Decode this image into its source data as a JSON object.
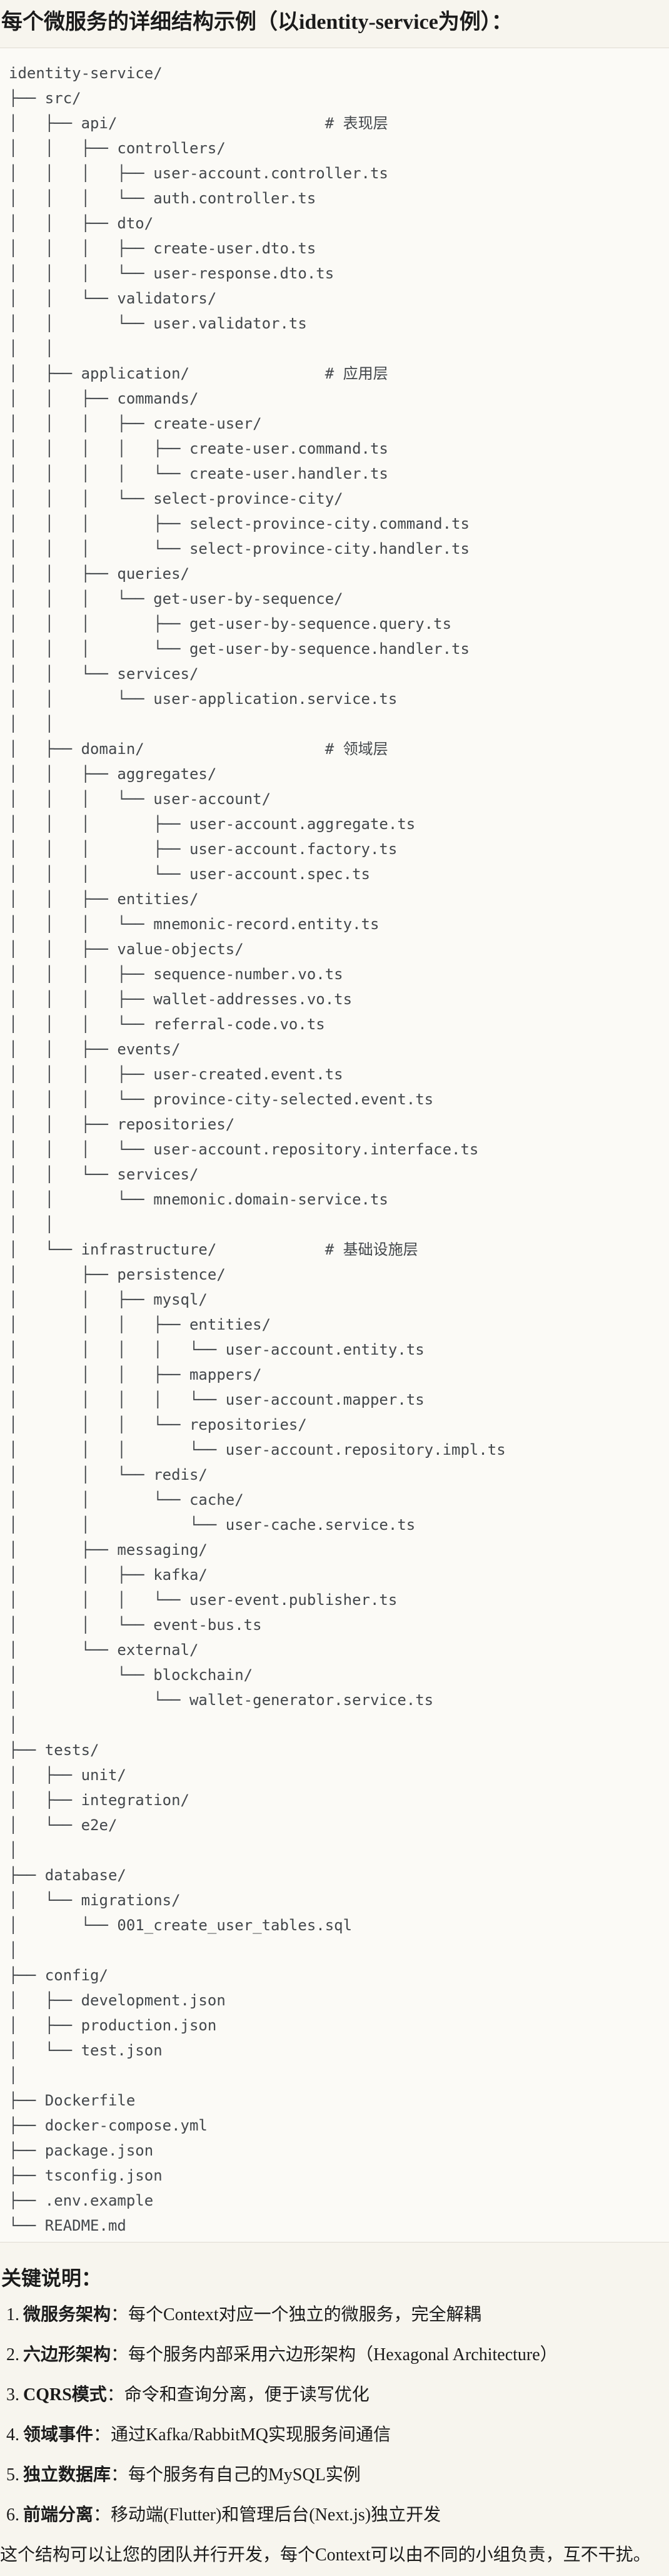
{
  "title": "每个微服务的详细结构示例（以identity-service为例）：",
  "code_block": {
    "text": "identity-service/\n├── src/\n│   ├── api/                       # 表现层\n│   │   ├── controllers/\n│   │   │   ├── user-account.controller.ts\n│   │   │   └── auth.controller.ts\n│   │   ├── dto/\n│   │   │   ├── create-user.dto.ts\n│   │   │   └── user-response.dto.ts\n│   │   └── validators/\n│   │       └── user.validator.ts\n│   │\n│   ├── application/               # 应用层\n│   │   ├── commands/\n│   │   │   ├── create-user/\n│   │   │   │   ├── create-user.command.ts\n│   │   │   │   └── create-user.handler.ts\n│   │   │   └── select-province-city/\n│   │   │       ├── select-province-city.command.ts\n│   │   │       └── select-province-city.handler.ts\n│   │   ├── queries/\n│   │   │   └── get-user-by-sequence/\n│   │   │       ├── get-user-by-sequence.query.ts\n│   │   │       └── get-user-by-sequence.handler.ts\n│   │   └── services/\n│   │       └── user-application.service.ts\n│   │\n│   ├── domain/                    # 领域层\n│   │   ├── aggregates/\n│   │   │   └── user-account/\n│   │   │       ├── user-account.aggregate.ts\n│   │   │       ├── user-account.factory.ts\n│   │   │       └── user-account.spec.ts\n│   │   ├── entities/\n│   │   │   └── mnemonic-record.entity.ts\n│   │   ├── value-objects/\n│   │   │   ├── sequence-number.vo.ts\n│   │   │   ├── wallet-addresses.vo.ts\n│   │   │   └── referral-code.vo.ts\n│   │   ├── events/\n│   │   │   ├── user-created.event.ts\n│   │   │   └── province-city-selected.event.ts\n│   │   ├── repositories/\n│   │   │   └── user-account.repository.interface.ts\n│   │   └── services/\n│   │       └── mnemonic.domain-service.ts\n│   │\n│   └── infrastructure/            # 基础设施层\n│       ├── persistence/\n│       │   ├── mysql/\n│       │   │   ├── entities/\n│       │   │   │   └── user-account.entity.ts\n│       │   │   ├── mappers/\n│       │   │   │   └── user-account.mapper.ts\n│       │   │   └── repositories/\n│       │   │       └── user-account.repository.impl.ts\n│       │   └── redis/\n│       │       └── cache/\n│       │           └── user-cache.service.ts\n│       ├── messaging/\n│       │   ├── kafka/\n│       │   │   └── user-event.publisher.ts\n│       │   └── event-bus.ts\n│       └── external/\n│           └── blockchain/\n│               └── wallet-generator.service.ts\n│\n├── tests/\n│   ├── unit/\n│   ├── integration/\n│   └── e2e/\n│\n├── database/\n│   └── migrations/\n│       └── 001_create_user_tables.sql\n│\n├── config/\n│   ├── development.json\n│   ├── production.json\n│   └── test.json\n│\n├── Dockerfile\n├── docker-compose.yml\n├── package.json\n├── tsconfig.json\n├── .env.example\n└── README.md"
  },
  "notes": {
    "heading": "关键说明：",
    "items": [
      {
        "num": "1.",
        "term": "微服务架构",
        "desc": "：每个Context对应一个独立的微服务，完全解耦"
      },
      {
        "num": "2.",
        "term": "六边形架构",
        "desc": "：每个服务内部采用六边形架构（Hexagonal Architecture）"
      },
      {
        "num": "3.",
        "term": "CQRS模式",
        "desc": "：命令和查询分离，便于读写优化"
      },
      {
        "num": "4.",
        "term": "领域事件",
        "desc": "：通过Kafka/RabbitMQ实现服务间通信"
      },
      {
        "num": "5.",
        "term": "独立数据库",
        "desc": "：每个服务有自己的MySQL实例"
      },
      {
        "num": "6.",
        "term": "前端分离",
        "desc": "：移动端(Flutter)和管理后台(Next.js)独立开发"
      }
    ],
    "footer": "这个结构可以让您的团队并行开发，每个Context可以由不同的小组负责，互不干扰。"
  },
  "colors": {
    "page_bg": "#f7f5ee",
    "code_bg": "#fbfaf6",
    "divider": "#dfdcd3",
    "code_text": "#43474b",
    "text": "#1b1b1b"
  }
}
